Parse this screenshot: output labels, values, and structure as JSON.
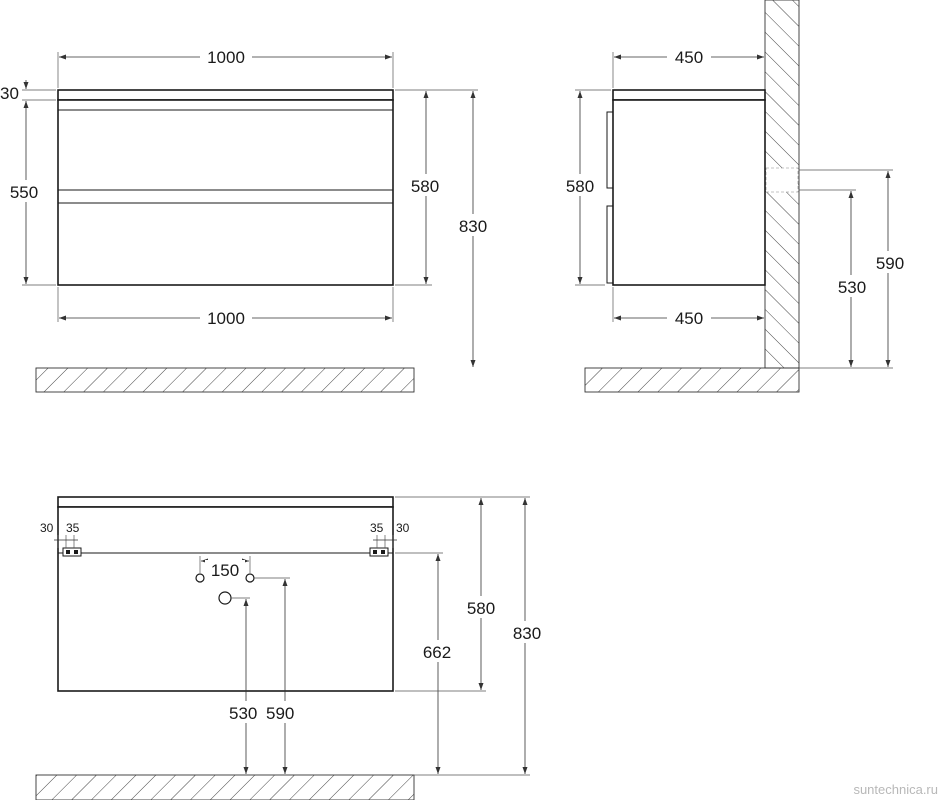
{
  "front_view": {
    "width_top": "1000",
    "width_bottom": "1000",
    "top_thickness": "30",
    "body_height": "550",
    "cabinet_height": "580",
    "total_height": "830"
  },
  "side_view": {
    "depth_top": "450",
    "depth_bottom": "450",
    "cabinet_height": "580",
    "pipe_upper": "590",
    "pipe_lower": "530"
  },
  "back_view": {
    "left_edge": "30",
    "left_hole": "35",
    "right_hole": "35",
    "right_edge": "30",
    "hole_spacing": "150",
    "mount_height": "662",
    "cabinet_height": "580",
    "total_height": "830",
    "pipe_lower": "530",
    "pipe_upper": "590"
  },
  "watermark": "suntechnica.ru"
}
